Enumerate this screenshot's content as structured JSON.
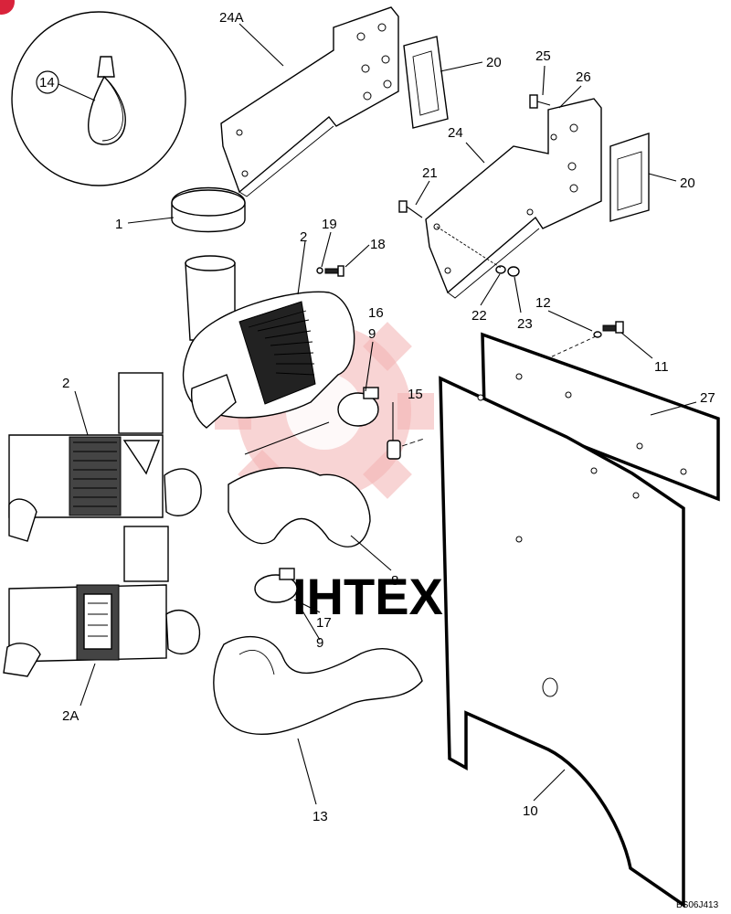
{
  "diagram": {
    "code": "BS06J413",
    "watermark": "IHTEX",
    "callouts": {
      "c14": "14",
      "c24A": "24A",
      "c20a": "20",
      "c25": "25",
      "c26": "26",
      "c24": "24",
      "c20b": "20",
      "c21": "21",
      "c1": "1",
      "c19": "19",
      "c2a": "2",
      "c18": "18",
      "c22": "22",
      "c23": "23",
      "c12": "12",
      "c16": "16",
      "c9a": "9",
      "c11": "11",
      "c2b": "2",
      "c15": "15",
      "c27": "27",
      "c8": "8",
      "c17": "17",
      "c9b": "9",
      "c2A": "2A",
      "c13": "13",
      "c10": "10"
    }
  }
}
